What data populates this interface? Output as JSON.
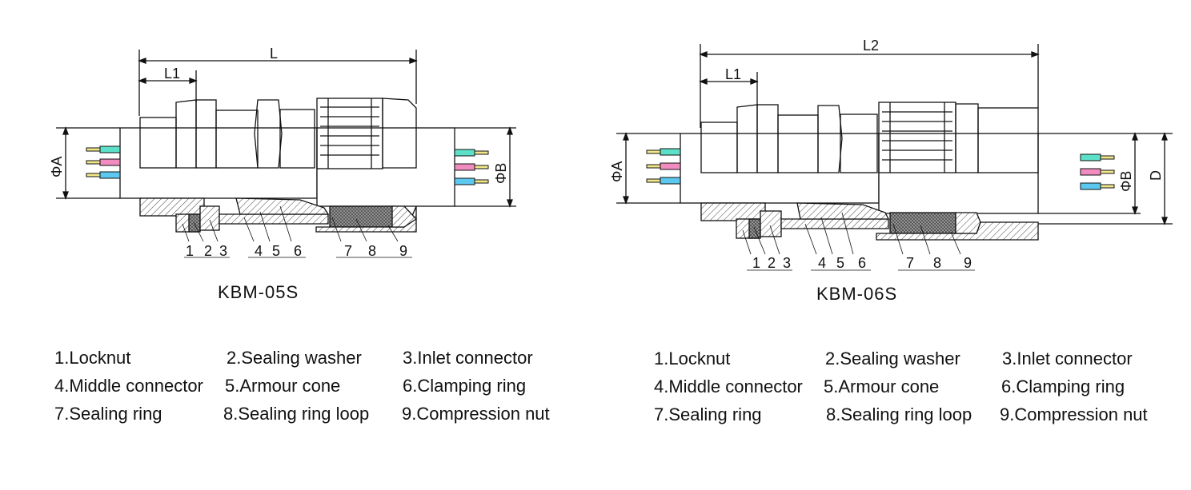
{
  "diagrams": [
    {
      "model": "KBM-05S",
      "dim_total": "L",
      "dim_l1": "L1",
      "dim_a": "ΦA",
      "dim_b": "ΦB",
      "part_numbers": [
        "1",
        "2",
        "3",
        "4",
        "5",
        "6",
        "7",
        "8",
        "9"
      ],
      "legend": [
        "1.Locknut",
        "2.Sealing washer",
        "3.Inlet connector",
        "4.Middle connector",
        "5.Armour cone",
        "6.Clamping ring",
        "7.Sealing ring",
        "8.Sealing ring loop",
        "9.Compression nut"
      ]
    },
    {
      "model": "KBM-06S",
      "dim_total": "L2",
      "dim_l1": "L1",
      "dim_a": "ΦA",
      "dim_b": "ΦB",
      "dim_d": "D",
      "part_numbers": [
        "1",
        "2",
        "3",
        "4",
        "5",
        "6",
        "7",
        "8",
        "9"
      ],
      "legend": [
        "1.Locknut",
        "2.Sealing washer",
        "3.Inlet connector",
        "4.Middle connector",
        "5.Armour cone",
        "6.Clamping ring",
        "7.Sealing ring",
        "8.Sealing ring loop",
        "9.Compression nut"
      ]
    }
  ],
  "wire_colors": [
    "#5ce0c8",
    "#f08cc0",
    "#5cc8f0"
  ],
  "pin_color": "#f2e88a"
}
